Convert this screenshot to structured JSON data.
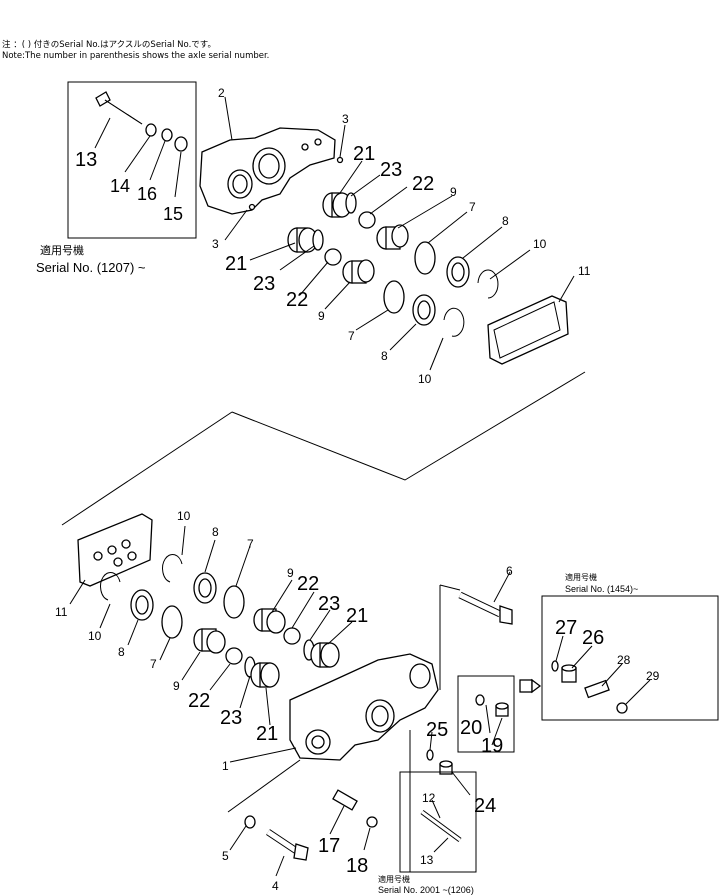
{
  "notes": {
    "note_jp": "注 ：( ) 付きのSerial No.はアクスルのSerial No.です。",
    "note_en": "Note:The number in parenthesis shows the axle serial number."
  },
  "serial_boxes": {
    "top_left_jp": "適用号機",
    "top_left_en": "Serial  No. (1207) ~",
    "right_jp": "適用号機",
    "right_en": "Serial No. (1454)~",
    "bottom_jp": "適用号機",
    "bottom_en": "Serial No. 2001 ~(1206)"
  },
  "callouts": {
    "c13a": "13",
    "c14": "14",
    "c16": "16",
    "c15": "15",
    "c2": "2",
    "c3a": "3",
    "c21a": "21",
    "c23a": "23",
    "c22a": "22",
    "c9a": "9",
    "c7a": "7",
    "c8a": "8",
    "c10a": "10",
    "c11a": "11",
    "c3b": "3",
    "c21b": "21",
    "c23b": "23",
    "c22b": "22",
    "c9b": "9",
    "c7b": "7",
    "c8b": "8",
    "c10b": "10",
    "c10c": "10",
    "c8c": "8",
    "c7c": "7",
    "c9c": "9",
    "c22c": "22",
    "c23c": "23",
    "c21c": "21",
    "c11b": "11",
    "c10d": "10",
    "c8d": "8",
    "c7d": "7",
    "c9d": "9",
    "c22d": "22",
    "c23d": "23",
    "c21d": "21",
    "c6": "6",
    "c1": "1",
    "c25": "25",
    "c20": "20",
    "c19": "19",
    "c24": "24",
    "c27": "27",
    "c26": "26",
    "c28": "28",
    "c29": "29",
    "c5": "5",
    "c4": "4",
    "c17": "17",
    "c18": "18",
    "c12": "12",
    "c13b": "13"
  }
}
